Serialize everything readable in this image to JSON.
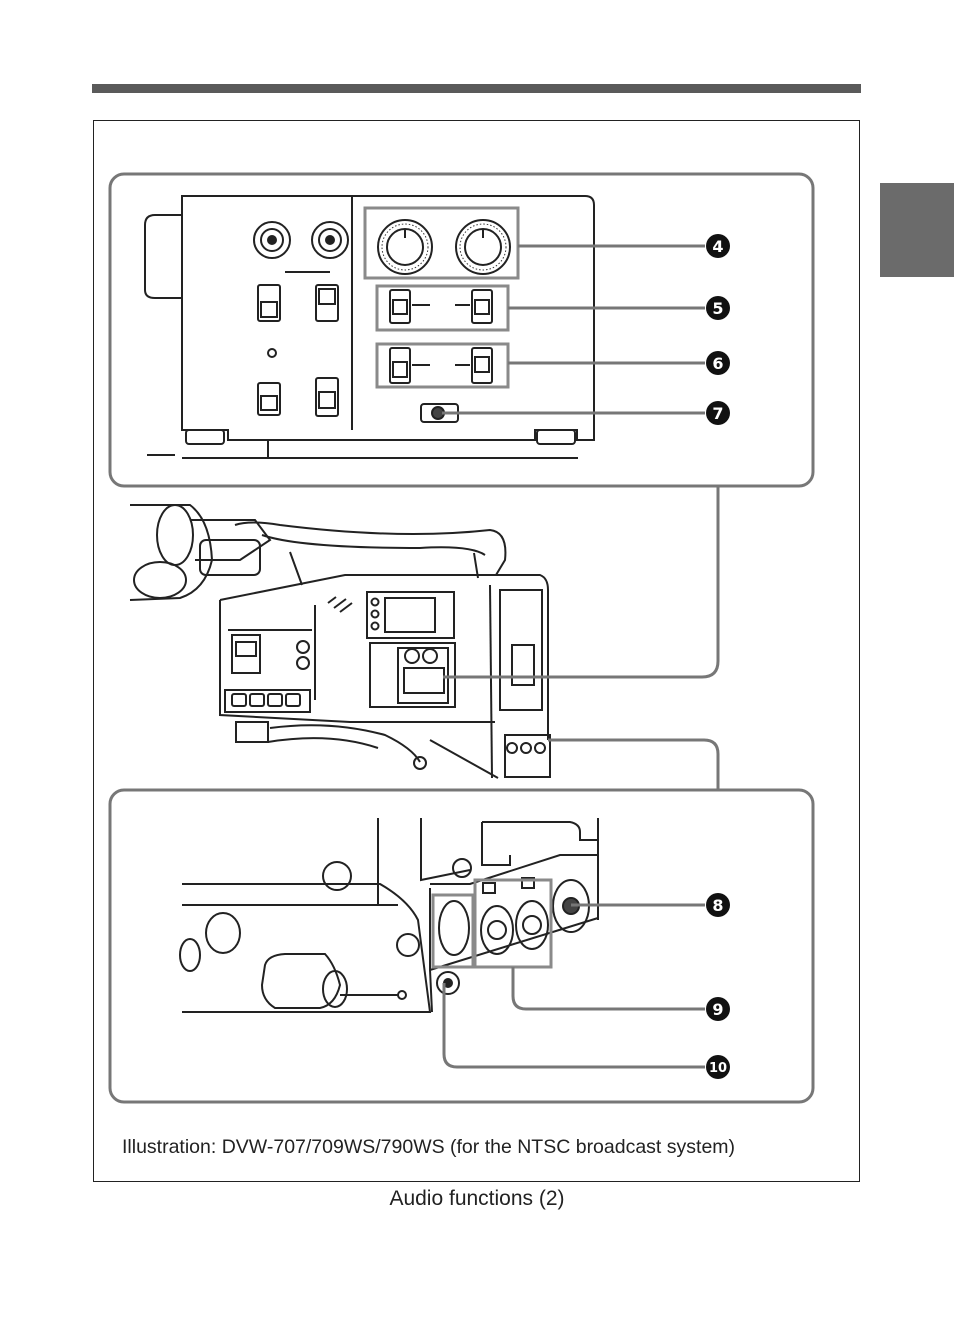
{
  "figure": {
    "caption": "Illustration: DVW-707/709WS/790WS (for the NTSC broadcast system)",
    "title": "Audio functions (2)"
  },
  "callouts": [
    {
      "id": "callout-4",
      "number": "4"
    },
    {
      "id": "callout-5",
      "number": "5"
    },
    {
      "id": "callout-6",
      "number": "6"
    },
    {
      "id": "callout-7",
      "number": "7"
    },
    {
      "id": "callout-8",
      "number": "8"
    },
    {
      "id": "callout-9",
      "number": "9"
    },
    {
      "id": "callout-10",
      "number": "10"
    }
  ],
  "colors": {
    "rule": "#5a5a5a",
    "tab": "#6b6b6b",
    "line": "#222222",
    "callout_fill": "#111111",
    "highlight_box": "#8a8a8a"
  }
}
